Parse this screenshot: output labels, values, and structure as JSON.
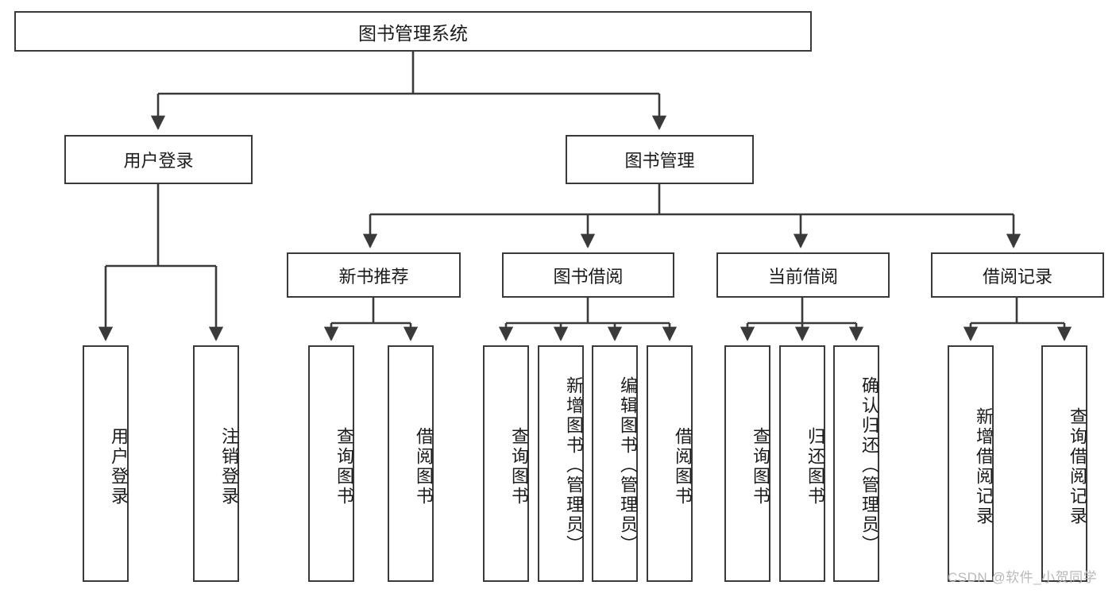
{
  "diagram": {
    "type": "tree",
    "title": "图书管理系统",
    "root": {
      "label": "图书管理系统"
    },
    "level1": [
      {
        "label": "用户登录"
      },
      {
        "label": "图书管理"
      }
    ],
    "level2": [
      {
        "label": "新书推荐"
      },
      {
        "label": "图书借阅"
      },
      {
        "label": "当前借阅"
      },
      {
        "label": "借阅记录"
      }
    ],
    "leaves": {
      "user_login": [
        {
          "label": "用户登录"
        },
        {
          "label": "注销登录"
        }
      ],
      "new_book_recommend": [
        {
          "label": "查询图书"
        },
        {
          "label": "借阅图书"
        }
      ],
      "book_borrow": [
        {
          "label": "查询图书"
        },
        {
          "label": "新增图书（管理员）"
        },
        {
          "label": "编辑图书（管理员）"
        },
        {
          "label": "借阅图书"
        }
      ],
      "current_borrow": [
        {
          "label": "查询图书"
        },
        {
          "label": "归还图书"
        },
        {
          "label": "确认归还（管理员）"
        }
      ],
      "borrow_record": [
        {
          "label": "新增借阅记录"
        },
        {
          "label": "查询借阅记录"
        }
      ]
    }
  },
  "watermark": {
    "text": "CSDN @软件_小贺同学"
  },
  "colors": {
    "border": "#3a3a3a",
    "text": "#1b1b1b",
    "background": "#ffffff",
    "watermark": "#b9b9b9"
  }
}
